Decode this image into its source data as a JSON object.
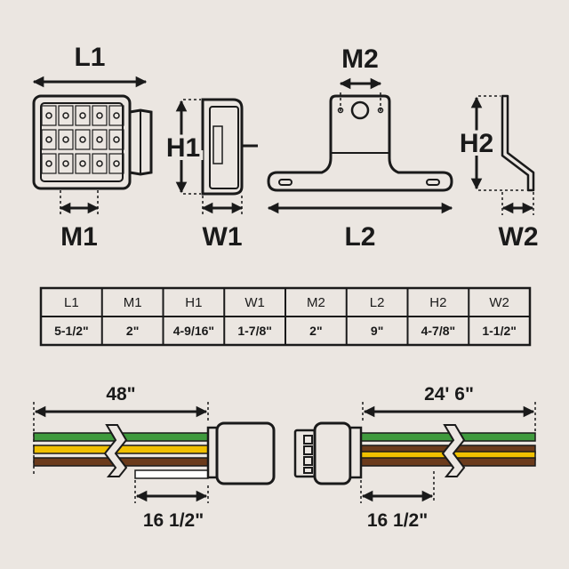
{
  "labels": {
    "L1": "L1",
    "M1": "M1",
    "H1": "H1",
    "W1": "W1",
    "M2": "M2",
    "L2": "L2",
    "H2": "H2",
    "W2": "W2"
  },
  "table": {
    "headers": [
      "L1",
      "M1",
      "H1",
      "W1",
      "M2",
      "L2",
      "H2",
      "W2"
    ],
    "values": [
      "5-1/2\"",
      "2\"",
      "4-9/16\"",
      "1-7/8\"",
      "2\"",
      "9\"",
      "4-7/8\"",
      "1-1/2\""
    ]
  },
  "harness": {
    "left_length": "48\"",
    "left_lead": "16 1/2\"",
    "right_length": "24' 6\"",
    "right_lead": "16 1/2\""
  },
  "colors": {
    "background": "#ebe6e1",
    "line": "#1a1a1a",
    "wire_green": "#3f9a3d",
    "wire_yellow": "#f0c000",
    "wire_brown": "#6b3b1c",
    "wire_white": "#ffffff"
  }
}
